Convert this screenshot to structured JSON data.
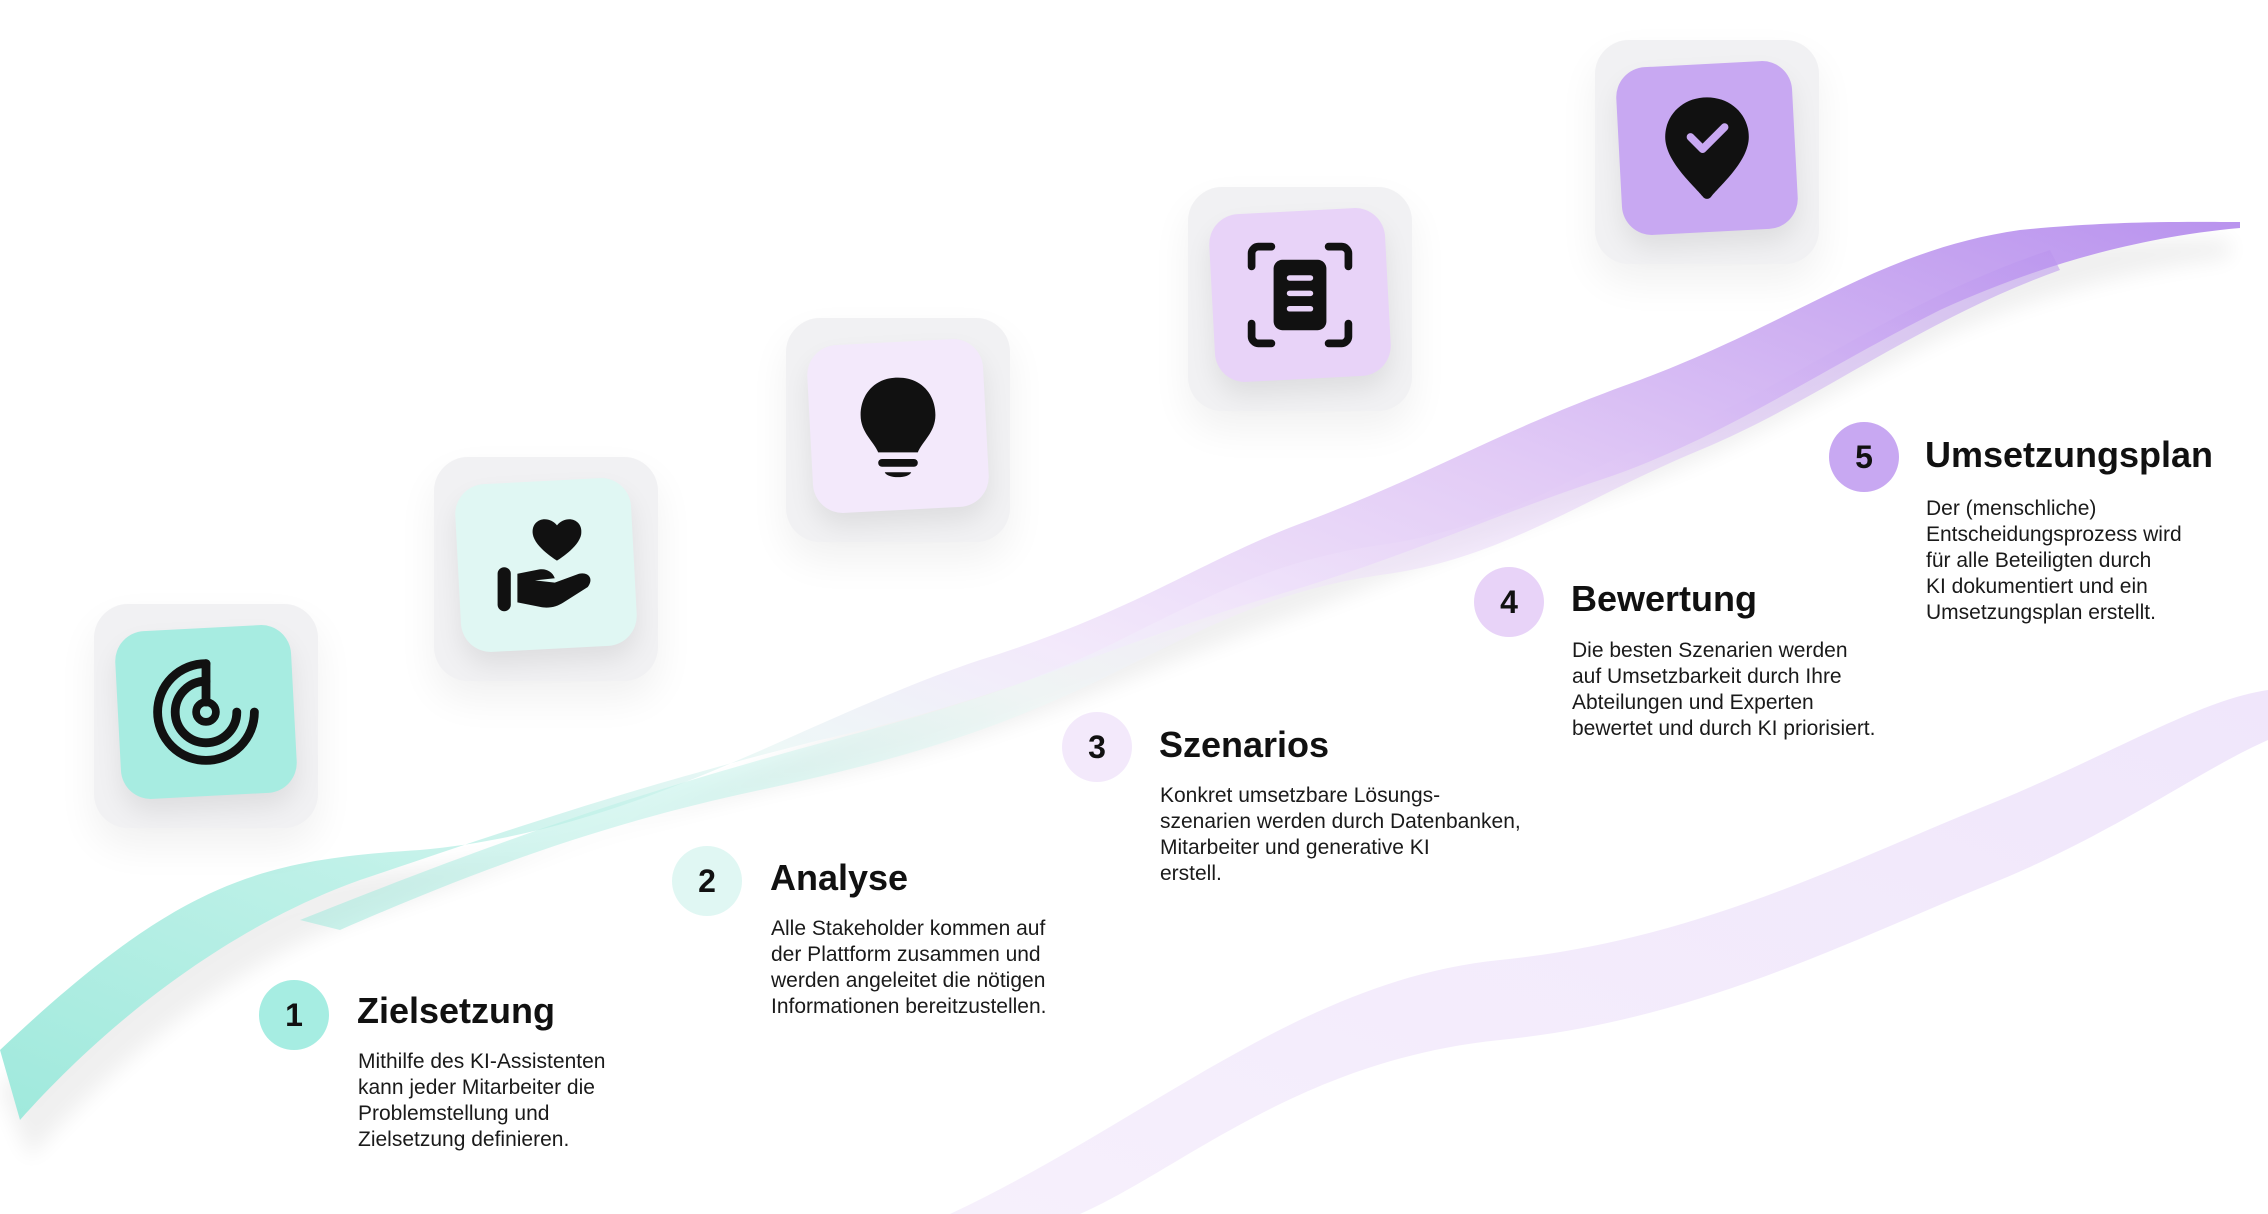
{
  "colors": {
    "teal": "#a6ede2",
    "teal_tile": "#a7ece1",
    "mint_tile": "#e0f7f3",
    "pink_tile": "#f3e9fb",
    "lavender_tile": "#e8d3f8",
    "purple_tile": "#c8a8f2",
    "purple": "#b88ee8"
  },
  "steps": [
    {
      "number": "1",
      "title": "Zielsetzung",
      "description": "Mithilfe des KI-Assistenten\nkann jeder Mitarbeiter die\nProblemstellung und\nZielsetzung definieren.",
      "icon": "target-icon"
    },
    {
      "number": "2",
      "title": "Analyse",
      "description": "Alle Stakeholder kommen auf\nder Plattform zusammen und\nwerden angeleitet die nötigen\nInformationen bereitzustellen.",
      "icon": "hand-heart-icon"
    },
    {
      "number": "3",
      "title": "Szenarios",
      "description": "Konkret umsetzbare Lösungs-\nszenarien werden durch Datenbanken,\nMitarbeiter und generative KI\nerstell.",
      "icon": "lightbulb-icon"
    },
    {
      "number": "4",
      "title": "Bewertung",
      "description": "Die besten Szenarien werden\nauf Umsetzbarkeit durch Ihre\nAbteilungen und Experten\nbewertet und durch KI priorisiert.",
      "icon": "document-scan-icon"
    },
    {
      "number": "5",
      "title": "Umsetzungsplan",
      "description": "Der (menschliche)\nEntscheidungsprozess wird\nfür alle Beteiligten durch\nKI dokumentiert und ein\nUmsetzungsplan erstellt.",
      "icon": "location-check-icon"
    }
  ]
}
